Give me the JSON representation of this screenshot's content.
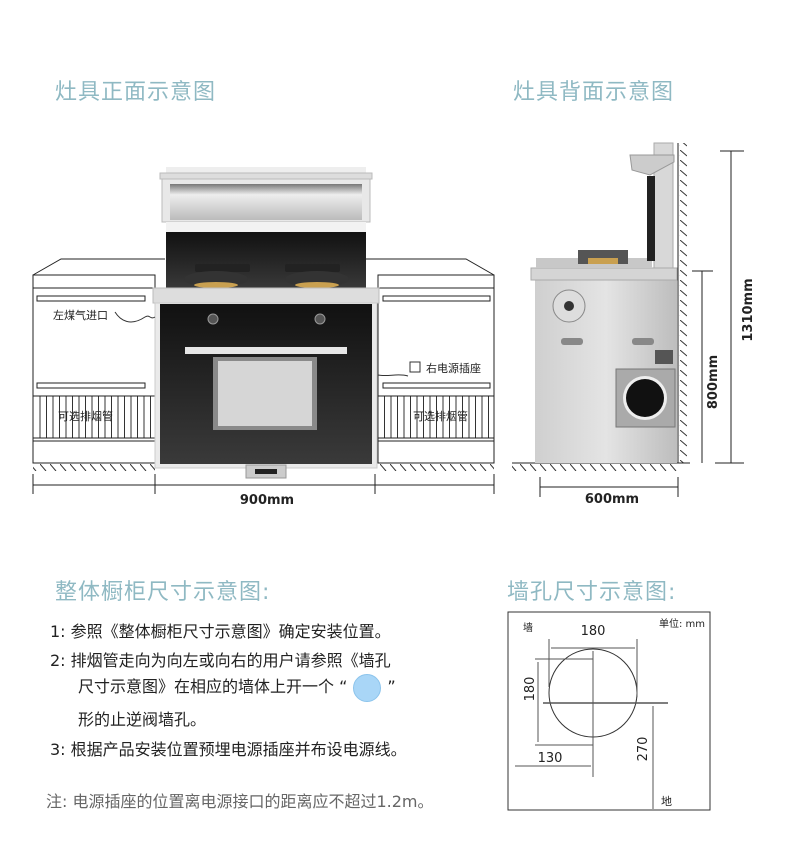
{
  "titles": {
    "front": "灶具正面示意图",
    "back": "灶具背面示意图",
    "cabinet": "整体橱柜尺寸示意图:",
    "wall_hole": "墙孔尺寸示意图:"
  },
  "front_view": {
    "gas_inlet_label": "左煤气进口",
    "power_socket_label": "右电源插座",
    "left_pipe_label": "可选排烟管",
    "right_pipe_label": "可选排烟管",
    "width_label": "900mm"
  },
  "back_view": {
    "depth_label": "600mm",
    "counter_height_label": "800mm",
    "total_height_label": "1310mm"
  },
  "instructions": {
    "item1": "1:  参照《整体橱柜尺寸示意图》确定安装位置。",
    "item2_a": "2:  排烟管走向为向左或向右的用户请参照《墙孔",
    "item2_b_pre": "尺寸示意图》在相应的墙体上开一个 “",
    "item2_b_post": "”",
    "item2_c": "形的止逆阀墙孔。",
    "item3": "3:  根据产品安装位置预埋电源插座并布设电源线。",
    "note": "注:  电源插座的位置离电源接口的距离应不超过1.2m。"
  },
  "wall_hole": {
    "wall_label": "墙",
    "unit_label": "单位: mm",
    "diameter_h": "180",
    "diameter_v": "180",
    "offset_left": "130",
    "height_from_floor": "270",
    "floor_label": "地"
  }
}
